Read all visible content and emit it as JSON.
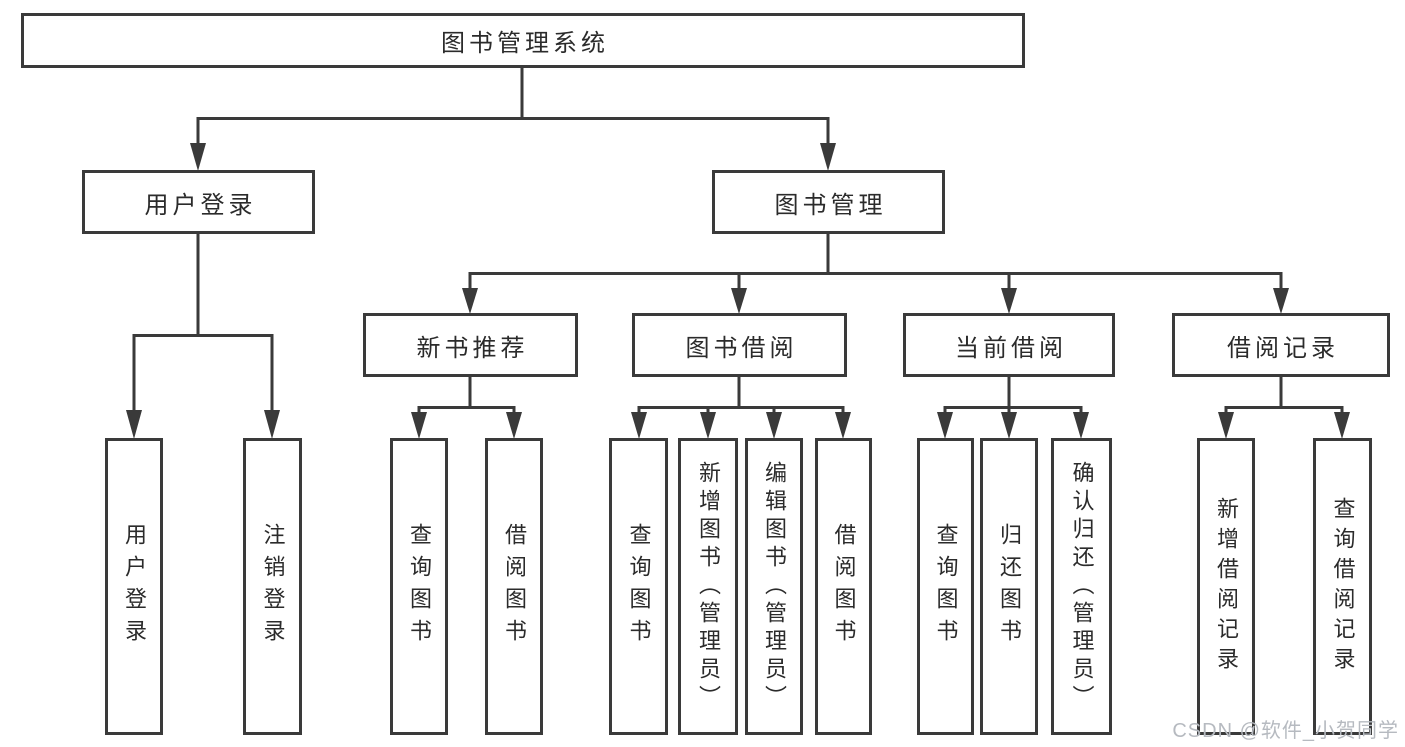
{
  "tree": {
    "root": "图书管理系统",
    "children": [
      {
        "label": "用户登录",
        "children": [
          {
            "label": "用户登录"
          },
          {
            "label": "注销登录"
          }
        ]
      },
      {
        "label": "图书管理",
        "children": [
          {
            "label": "新书推荐",
            "children": [
              {
                "label": "查询图书"
              },
              {
                "label": "借阅图书"
              }
            ]
          },
          {
            "label": "图书借阅",
            "children": [
              {
                "label": "查询图书"
              },
              {
                "label": "新增图书（管理员）"
              },
              {
                "label": "编辑图书（管理员）"
              },
              {
                "label": "借阅图书"
              }
            ]
          },
          {
            "label": "当前借阅",
            "children": [
              {
                "label": "查询图书"
              },
              {
                "label": "归还图书"
              },
              {
                "label": "确认归还（管理员）"
              }
            ]
          },
          {
            "label": "借阅记录",
            "children": [
              {
                "label": "新增借阅记录"
              },
              {
                "label": "查询借阅记录"
              }
            ]
          }
        ]
      }
    ]
  },
  "watermark": {
    "text": "CSDN @软件_小贺同学"
  },
  "colors": {
    "line": "#3a3a3a",
    "text": "#2b2b2b",
    "watermark": "#b6bac0",
    "background": "#ffffff"
  }
}
